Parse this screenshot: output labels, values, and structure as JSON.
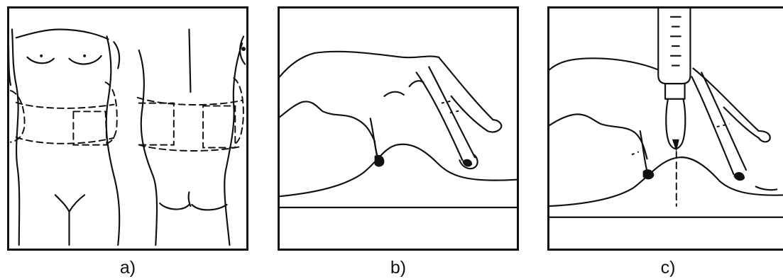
{
  "figure": {
    "panels": [
      {
        "id": "a",
        "caption": "a)"
      },
      {
        "id": "b",
        "caption": "b)"
      },
      {
        "id": "c",
        "caption": "c)"
      }
    ]
  }
}
